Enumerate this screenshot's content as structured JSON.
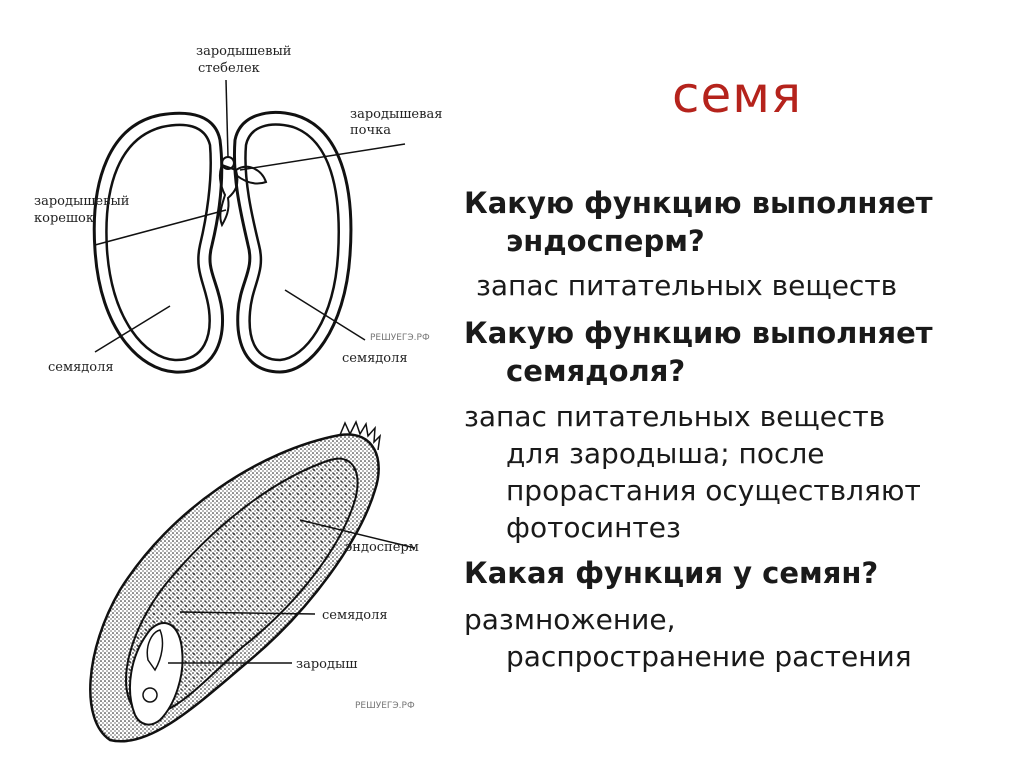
{
  "title": "семя",
  "qa": [
    {
      "question_line1": "Какую функцию выполняет",
      "question_line2": "эндосперм?",
      "answer_line1": "запас питательных веществ"
    },
    {
      "question_line1": "Какую функцию выполняет",
      "question_line2": "семядоля?",
      "answer_line1": "запас питательных веществ",
      "answer_line2": "для зародыша; после",
      "answer_line3": "прорастания осуществляют",
      "answer_line4": "фотосинтез"
    },
    {
      "question_line1": "Какая функция у семян?",
      "answer_line1": "размножение,",
      "answer_line2": "распространение растения"
    }
  ],
  "bean_diagram": {
    "labels": {
      "stem_line1": "зародышевый",
      "stem_line2": "стебелек",
      "bud_line1": "зародышевая",
      "bud_line2": "почка",
      "root_line1": "зародышевый",
      "root_line2": "корешок",
      "cotyledon_left": "семядоля",
      "cotyledon_right": "семядоля"
    },
    "watermark": "РЕШУЕГЭ.РФ"
  },
  "grain_diagram": {
    "labels": {
      "endosperm": "эндосперм",
      "cotyledon": "семядоля",
      "embryo": "зародыш"
    },
    "watermark": "РЕШУЕГЭ.РФ"
  }
}
